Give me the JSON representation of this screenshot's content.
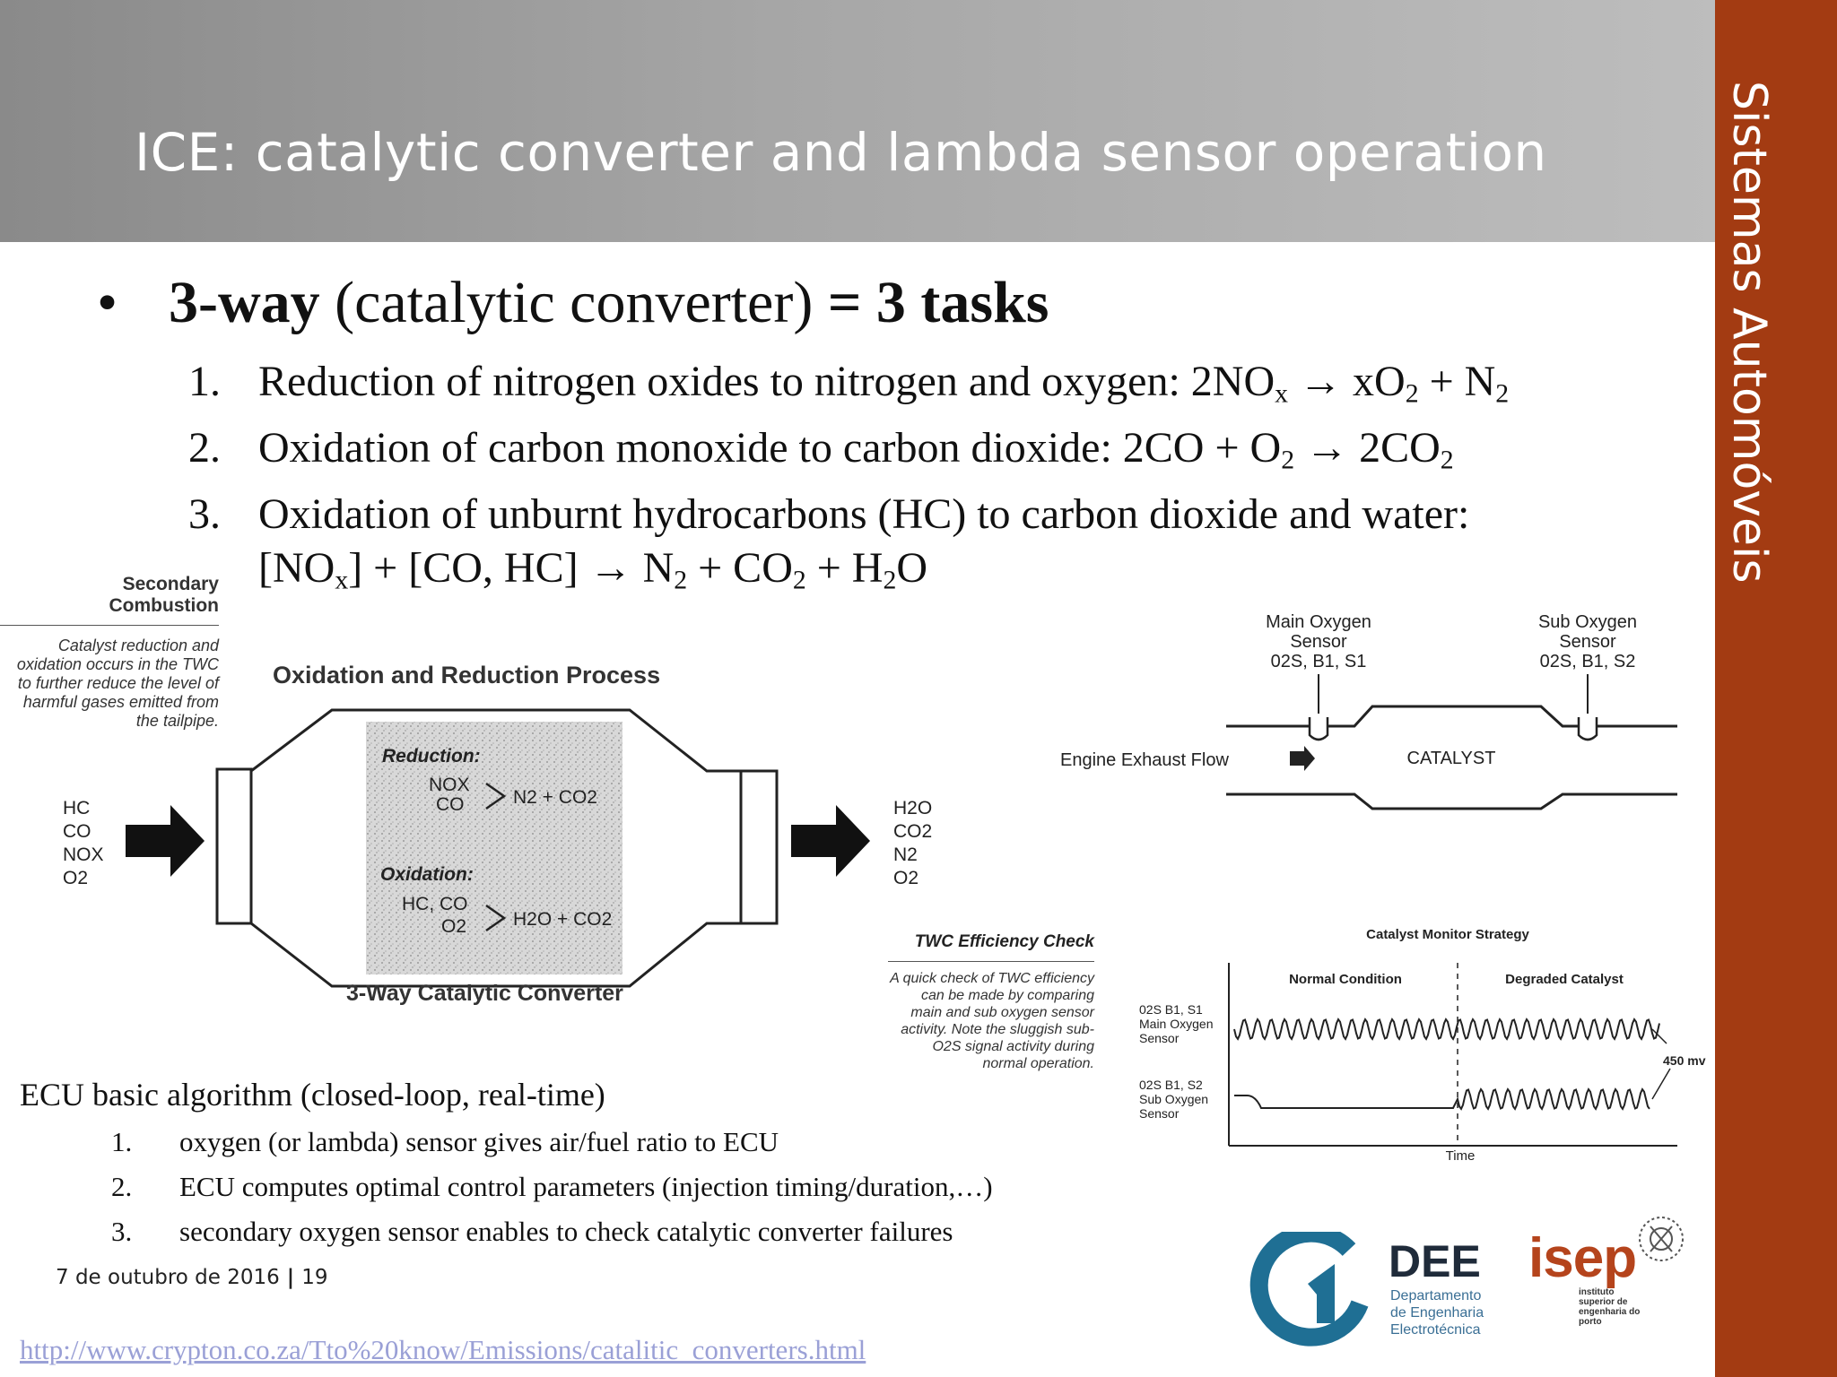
{
  "header": {
    "title": "ICE: catalytic converter and lambda sensor operation"
  },
  "sidebar": {
    "label": "Sistemas Automóveis"
  },
  "main_bullet": {
    "bold_a": "3-way",
    "normal": " (catalytic converter) ",
    "bold_b": "= 3 tasks"
  },
  "tasks": [
    {
      "num": "1.",
      "text": "Reduction of nitrogen oxides to nitrogen and oxygen: 2NOx → xO2 + N2"
    },
    {
      "num": "2.",
      "text": "Oxidation of carbon monoxide to carbon dioxide: 2CO + O2 → 2CO2"
    },
    {
      "num": "3.",
      "text": "Oxidation of unburnt hydrocarbons (HC) to carbon dioxide and water:",
      "line2": "[NOx] + [CO, HC] → N2 + CO2 + H2O"
    }
  ],
  "fig_left": {
    "caption_head": "Secondary Combustion",
    "caption_body": "Catalyst reduction and oxidation occurs in the TWC to further reduce the level of harmful gases emitted from the tailpipe.",
    "title": "Oxidation and Reduction Process",
    "subtitle": "3-Way Catalytic Converter",
    "inputs": [
      "HC",
      "CO",
      "NOX",
      "O2"
    ],
    "outputs": [
      "H2O",
      "CO2",
      "N2",
      "O2"
    ],
    "reduction_label": "Reduction:",
    "reduction_in": [
      "NOX",
      "CO"
    ],
    "reduction_out": "N2 + CO2",
    "oxidation_label": "Oxidation:",
    "oxidation_in": [
      "HC, CO",
      "O2"
    ],
    "oxidation_out": "H2O + CO2"
  },
  "fig_right_top": {
    "main_sensor": [
      "Main Oxygen",
      "Sensor",
      "02S, B1, S1"
    ],
    "sub_sensor": [
      "Sub Oxygen",
      "Sensor",
      "02S, B1, S2"
    ],
    "flow_label": "Engine Exhaust Flow",
    "catalyst_label": "CATALYST"
  },
  "twc_check": {
    "head": "TWC Efficiency Check",
    "body": "A quick check of TWC efficiency can be made by comparing main and sub oxygen sensor activity. Note the sluggish sub-O2S signal activity during normal operation."
  },
  "monitor": {
    "title": "Catalyst Monitor Strategy",
    "normal": "Normal Condition",
    "degraded": "Degraded Catalyst",
    "main_label": [
      "02S B1, S1",
      "Main Oxygen",
      "Sensor"
    ],
    "sub_label": [
      "02S B1, S2",
      "Sub Oxygen",
      "Sensor"
    ],
    "mv_label": "450 mv",
    "time_label": "Time"
  },
  "ecu": {
    "title": "ECU basic algorithm (closed-loop, real-time)",
    "items": [
      {
        "num": "1.",
        "text": "oxygen (or lambda) sensor gives air/fuel ratio to ECU"
      },
      {
        "num": "2.",
        "text": "ECU computes optimal control parameters (injection timing/duration,…)"
      },
      {
        "num": "3.",
        "text": "secondary oxygen sensor enables to check catalytic converter failures"
      }
    ]
  },
  "footer": {
    "date": "7 de outubro de 2016",
    "separator": "|",
    "page": "19"
  },
  "source_link": "http://www.crypton.co.za/Tto%20know/Emissions/catalitic_converters.html",
  "logos": {
    "dee": "DEE",
    "dee_sub": [
      "Departamento",
      "de Engenharia",
      "Electrotécnica"
    ],
    "isep": "isep",
    "isep_sub": [
      "instituto",
      "superior de",
      "engenharia do",
      "porto"
    ]
  },
  "colors": {
    "header_gray": "#a6a6a6",
    "side_band": "#a33b12",
    "link": "#9aa0d6",
    "dee_blue": "#1f6f94",
    "isep_orange": "#b5441c"
  }
}
